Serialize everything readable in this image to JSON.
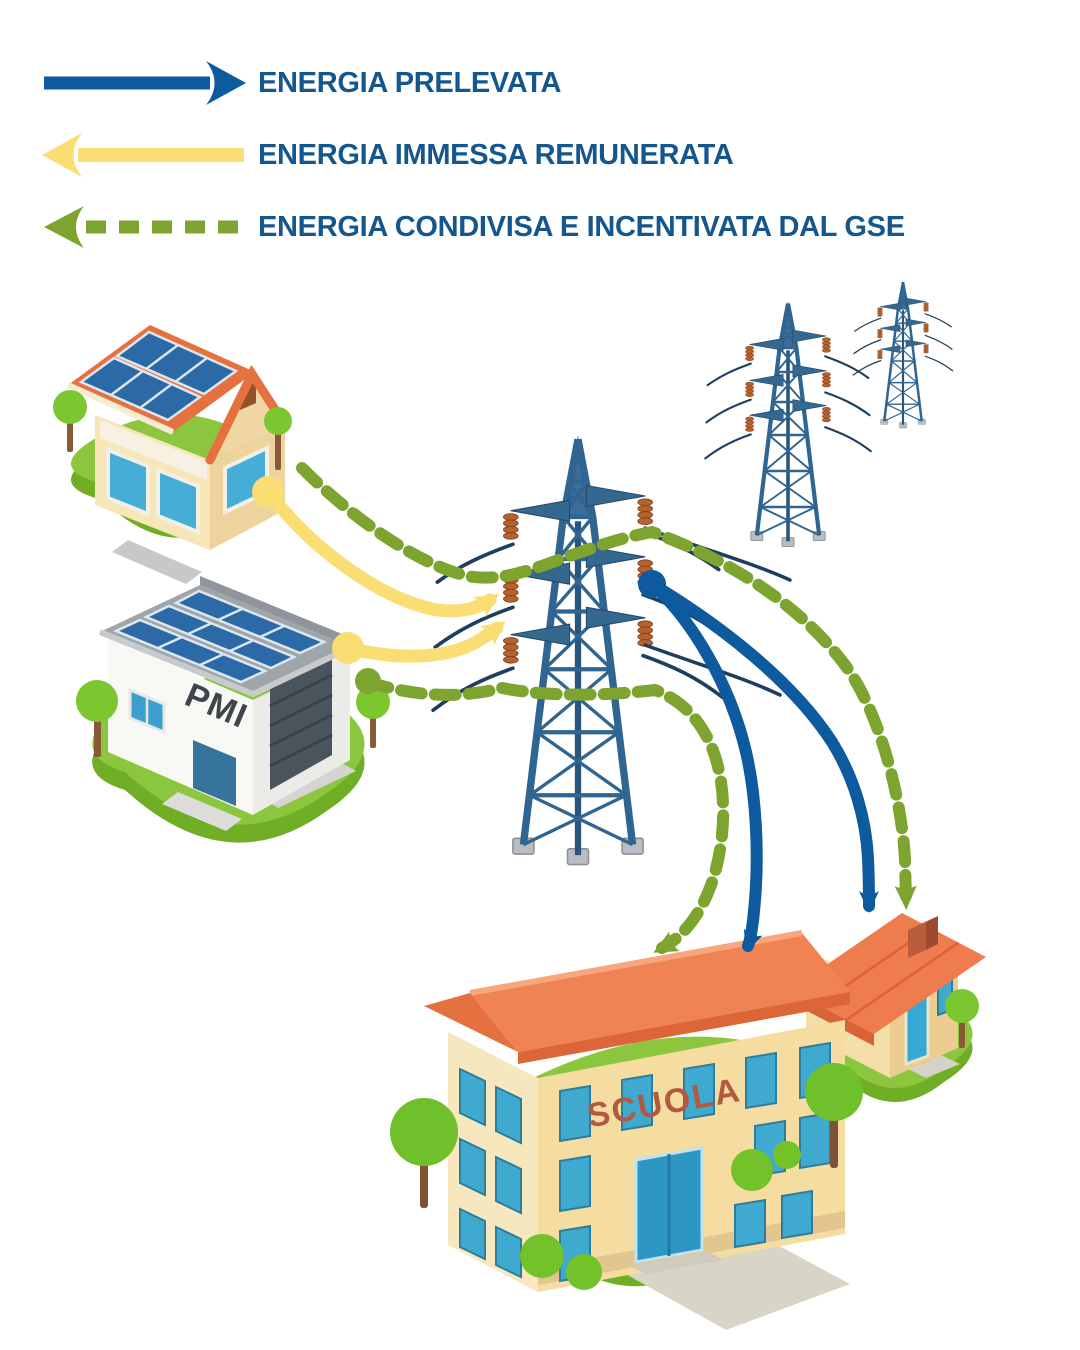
{
  "legend": {
    "items": [
      {
        "label": "ENERGIA PRELEVATA",
        "style": "solid",
        "direction": "right",
        "color_key": "arrow_blue"
      },
      {
        "label": "ENERGIA IMMESSA REMUNERATA",
        "style": "solid",
        "direction": "left",
        "color_key": "arrow_yellow"
      },
      {
        "label": "ENERGIA CONDIVISA E INCENTIVATA DAL GSE",
        "style": "dashed",
        "direction": "left",
        "color_key": "arrow_green"
      }
    ]
  },
  "labels": {
    "pmi": "PMI",
    "school": "SCUOLA"
  },
  "flows": [
    {
      "from": "casa-con-fotovoltaico",
      "to": "rete-elettrica",
      "type": "energia-immessa-remunerata",
      "color_key": "arrow_yellow"
    },
    {
      "from": "pmi",
      "to": "rete-elettrica",
      "type": "energia-immessa-remunerata",
      "color_key": "arrow_yellow"
    },
    {
      "from": "rete-elettrica",
      "to": "scuola",
      "type": "energia-prelevata",
      "color_key": "arrow_blue"
    },
    {
      "from": "rete-elettrica",
      "to": "abitazione",
      "type": "energia-prelevata",
      "color_key": "arrow_blue"
    },
    {
      "from": "casa-con-fotovoltaico",
      "to": "abitazione",
      "type": "energia-condivisa-e-incentivata-dal-gse",
      "color_key": "arrow_green"
    },
    {
      "from": "pmi",
      "to": "scuola",
      "type": "energia-condivisa-e-incentivata-dal-gse",
      "color_key": "arrow_green"
    }
  ],
  "colors": {
    "arrow_blue": "#0E5A9E",
    "arrow_yellow": "#FADE74",
    "arrow_green": "#7CA42F",
    "text_blue": "#14578F",
    "roof_orange": "#EF8051",
    "wall_cream": "#F6E2AE",
    "grass_green": "#8CC63F",
    "pylon_steel": "#35688F",
    "window_teal": "#3FA9CF"
  }
}
